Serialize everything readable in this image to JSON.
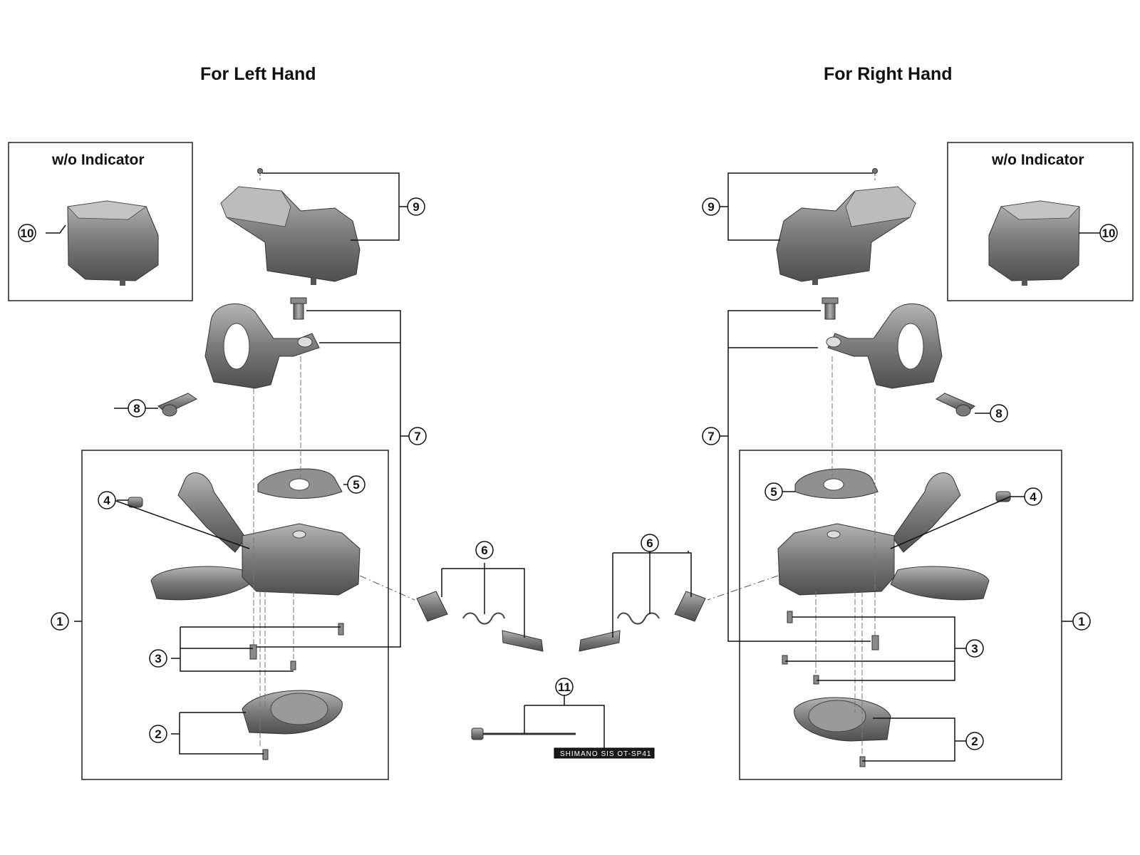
{
  "headings": {
    "left": "For Left Hand",
    "right": "For Right Hand"
  },
  "insets": {
    "left_title": "w/o Indicator",
    "right_title": "w/o Indicator"
  },
  "callouts": [
    "1",
    "2",
    "3",
    "4",
    "5",
    "6",
    "7",
    "8",
    "9",
    "10",
    "11"
  ],
  "cable_print": "SHIMANO SIS  OT-SP41",
  "colors": {
    "part_fill": "#6f6f6f",
    "part_light": "#a9a9a9",
    "part_dark": "#4a4a4a",
    "line": "#222222",
    "background": "#ffffff"
  }
}
